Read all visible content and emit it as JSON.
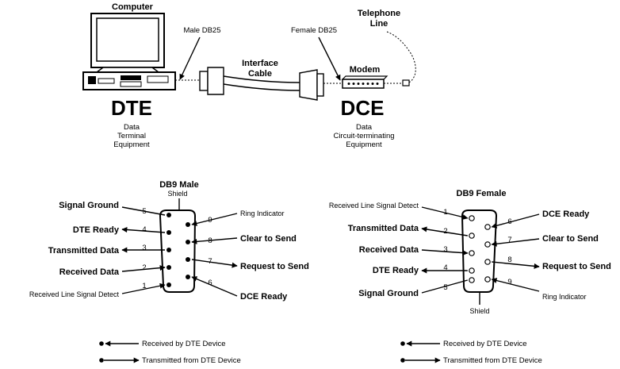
{
  "top": {
    "computer_label": "Computer",
    "dte": "DTE",
    "dte_desc": [
      "Data",
      "Terminal",
      "Equipment"
    ],
    "male_db25": "Male DB25",
    "interface_cable": [
      "Interface",
      "Cable"
    ],
    "female_db25": "Female DB25",
    "telephone_line": [
      "Telephone",
      "Line"
    ],
    "modem": "Modem",
    "dce": "DCE",
    "dce_desc": [
      "Data",
      "Circuit-terminating",
      "Equipment"
    ]
  },
  "db9_male": {
    "title": "DB9 Male",
    "shield": "Shield",
    "pins": [
      {
        "num": "5",
        "label": "Signal Ground",
        "dir": "none"
      },
      {
        "num": "4",
        "label": "DTE Ready",
        "dir": "out"
      },
      {
        "num": "3",
        "label": "Transmitted Data",
        "dir": "out"
      },
      {
        "num": "2",
        "label": "Received Data",
        "dir": "in"
      },
      {
        "num": "1",
        "label": "Received Line Signal Detect",
        "dir": "in"
      },
      {
        "num": "9",
        "label": "Ring Indicator",
        "dir": "in"
      },
      {
        "num": "8",
        "label": "Clear to Send",
        "dir": "in"
      },
      {
        "num": "7",
        "label": "Request to Send",
        "dir": "out"
      },
      {
        "num": "6",
        "label": "DCE Ready",
        "dir": "in"
      }
    ]
  },
  "db9_female": {
    "title": "DB9 Female",
    "shield": "Shield",
    "pins": [
      {
        "num": "1",
        "label": "Received Line Signal Detect",
        "dir": "in"
      },
      {
        "num": "2",
        "label": "Transmitted Data",
        "dir": "out"
      },
      {
        "num": "3",
        "label": "Received Data",
        "dir": "in"
      },
      {
        "num": "4",
        "label": "DTE Ready",
        "dir": "out"
      },
      {
        "num": "5",
        "label": "Signal Ground",
        "dir": "none"
      },
      {
        "num": "6",
        "label": "DCE Ready",
        "dir": "in"
      },
      {
        "num": "7",
        "label": "Clear to Send",
        "dir": "in"
      },
      {
        "num": "8",
        "label": "Request to Send",
        "dir": "out"
      },
      {
        "num": "9",
        "label": "Ring Indicator",
        "dir": "in"
      }
    ]
  },
  "legend": {
    "received": "Received by DTE Device",
    "transmitted": "Transmitted from DTE Device"
  }
}
